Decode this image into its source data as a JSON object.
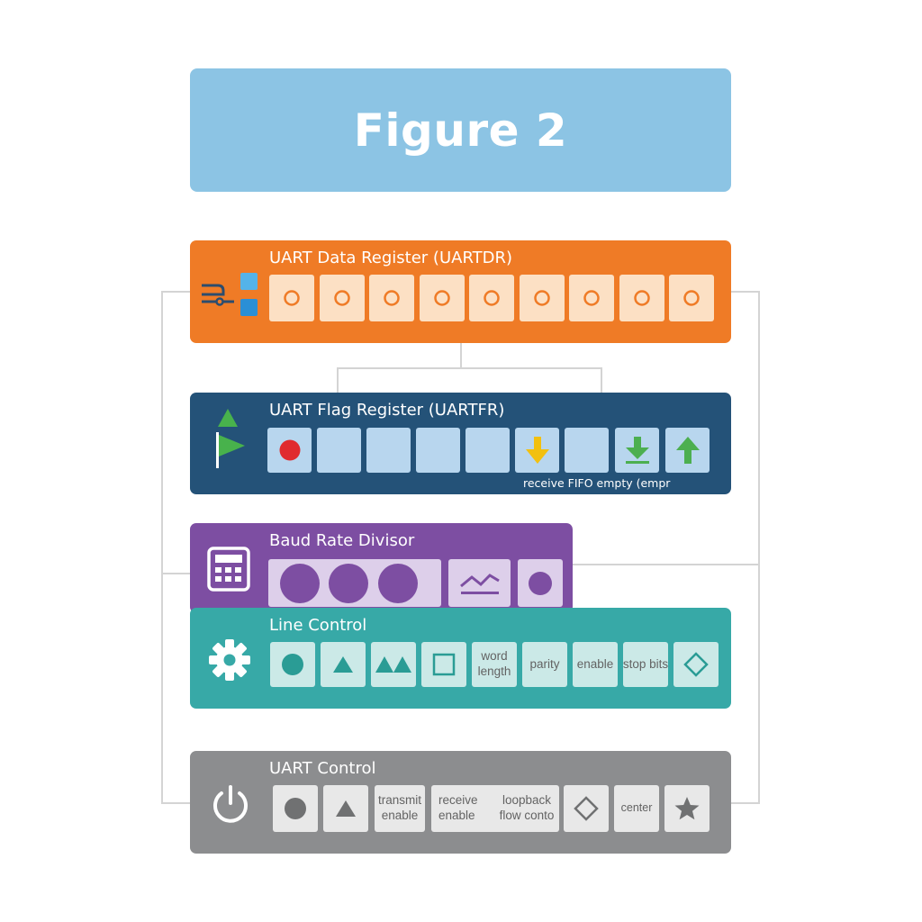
{
  "title": "Figure 2",
  "colors": {
    "title_banner": "#8cc4e4",
    "uartdr": "#ef7b26",
    "uartfr": "#245278",
    "baud": "#7d4ea2",
    "line_control": "#37a9a7",
    "uart_control": "#8c8d8f",
    "connector": "#d4d4d4"
  },
  "registers": {
    "uartdr": {
      "title": "UART Data Register (UARTDR)",
      "icon": "circuit-icon",
      "bits": [
        "o",
        "o",
        "o",
        "o",
        "o",
        "o",
        "o",
        "o",
        "o"
      ]
    },
    "uartfr": {
      "title": "UART Flag Register (UARTFR)",
      "icon": "flag-icon",
      "cells": [
        "red-dot-icon",
        "",
        "",
        "",
        "",
        "arrow-down-icon",
        "",
        "download-icon",
        "arrow-up-icon"
      ],
      "caption": "receive FIFO empty (empr"
    },
    "baud": {
      "title": "Baud Rate Divisor",
      "icon": "calculator-icon",
      "cells": [
        "circle-icon",
        "circle-icon",
        "circle-icon",
        "trend-icon",
        "dot-icon"
      ]
    },
    "line_control": {
      "title": "Line Control",
      "icon": "gear-icon",
      "cells": {
        "word_length": "word length",
        "parity": "parity",
        "enable": "enable",
        "stop_bits": "stop bits"
      }
    },
    "uart_control": {
      "title": "UART Control",
      "icon": "power-icon",
      "cells": {
        "transmit_enable": "transmit enable",
        "receive_enable": "receive enable",
        "loopback": "loopback flow conto",
        "center": "center"
      }
    }
  }
}
